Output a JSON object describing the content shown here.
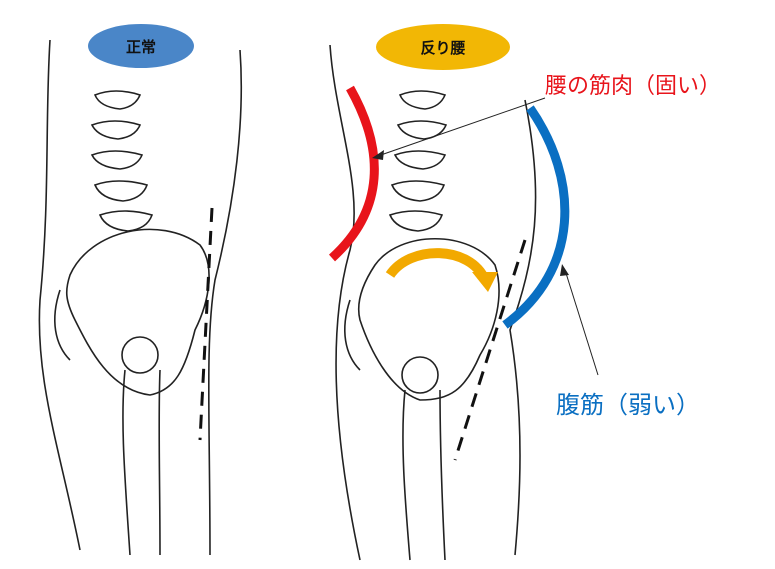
{
  "panels": {
    "normal": {
      "title": "正常",
      "color": "#4a86c8"
    },
    "swayback": {
      "title": "反り腰",
      "color": "#f2b705"
    }
  },
  "annotations": {
    "back_muscle": {
      "text": "腰の筋肉（固い）",
      "color": "#e8141b"
    },
    "abdominal": {
      "text": "腹筋（弱い）",
      "color": "#0a6fc2"
    }
  },
  "arrow_color": "#f2a900"
}
